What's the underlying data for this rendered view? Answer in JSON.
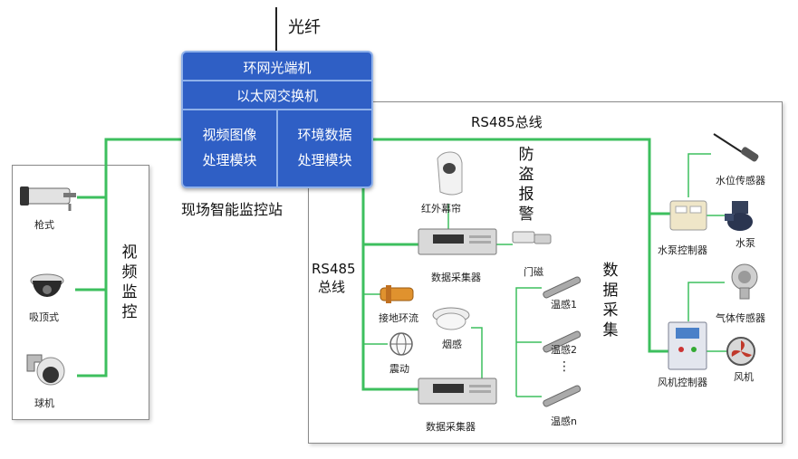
{
  "top_label": "光纤",
  "station": {
    "row1": "环网光端机",
    "row2": "以太网交换机",
    "left_l1": "视频图像",
    "left_l2": "处理模块",
    "right_l1": "环境数据",
    "right_l2": "处理模块",
    "caption": "现场智能监控站"
  },
  "video": {
    "title": "视频监控",
    "camera1": "枪式",
    "camera2": "吸顶式",
    "camera3": "球机"
  },
  "bus": {
    "top_label": "RS485总线",
    "left_l1": "RS485",
    "left_l2": "总线"
  },
  "security": {
    "title": "防盗报警",
    "infrared": "红外幕帘",
    "collector": "数据采集器",
    "door": "门磁"
  },
  "acquisition": {
    "title": "数据采集",
    "ground": "接地环流",
    "smoke": "烟感",
    "vibration": "震动",
    "collector": "数据采集器",
    "temp1": "温感1",
    "temp2": "温感2",
    "dots": "⋮",
    "tempn": "温感n"
  },
  "environment": {
    "water_sensor": "水位传感器",
    "pump_controller": "水泵控制器",
    "pump": "水泵",
    "gas_sensor": "气体传感器",
    "fan_controller": "风机控制器",
    "fan": "风机"
  },
  "colors": {
    "bus_line": "#3dbf5e",
    "box_blue": "#2f5fc5",
    "box_border": "#8fb1ea"
  }
}
